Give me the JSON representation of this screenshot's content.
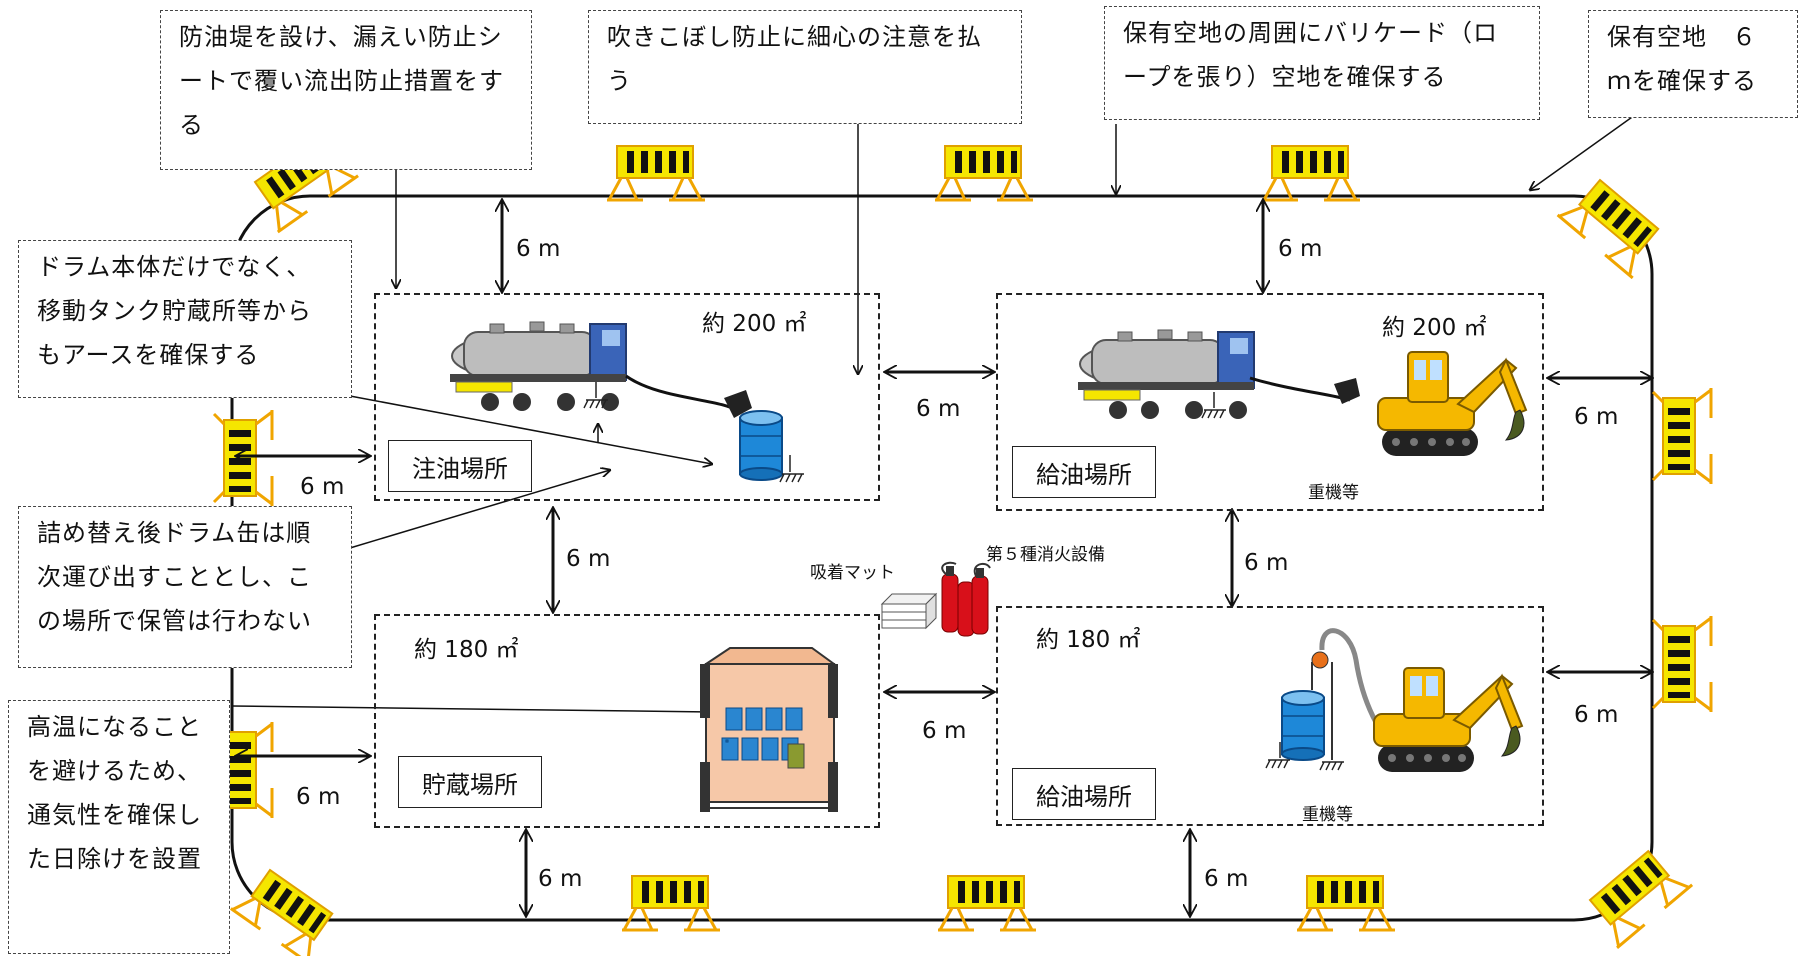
{
  "notes": {
    "oil_dike": "防油堤を設け、漏えい防止シートで覆い流出防止措置をする",
    "spill": "吹きこぼし防止に細心の注意を払う",
    "barricade": "保有空地の周囲にバリケード（ロープを張り）空地を確保する",
    "clearance": "保有空地　６ｍを確保する",
    "earth": "ドラム本体だけでなく、移動タンク貯蔵所等からもアースを確保する",
    "carry_out": "詰め替え後ドラム缶は順次運び出すこととし、この場所で保管は行わない",
    "sunshade": "高温になることを避けるため、通気性を確保した日除けを設置"
  },
  "areas": {
    "fill": {
      "label": "注油場所",
      "size": "約 200 ㎡"
    },
    "storage": {
      "label": "貯蔵場所",
      "size": "約 180 ㎡"
    },
    "supply_top": {
      "label": "給油場所",
      "size": "約 200 ㎡"
    },
    "supply_bottom": {
      "label": "給油場所",
      "size": "約 180 ㎡"
    }
  },
  "distance": "6 m",
  "equipment": {
    "heavy_machine": "重機等",
    "mat": "吸着マット",
    "extinguisher": "第５種消火設備"
  },
  "colors": {
    "barricade_yellow": "#f5e600",
    "barricade_orange": "#f0a500",
    "drum_blue": "#1e88d8",
    "excavator_yellow": "#f5b800",
    "extinguisher_red": "#d8101a",
    "truck_blue": "#3a64b8"
  }
}
